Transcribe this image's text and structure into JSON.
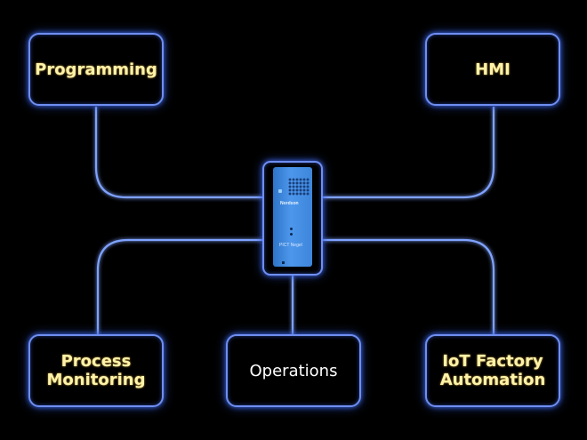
{
  "diagram": {
    "center_device": {
      "brand_text": "Nordson",
      "model_text": "PICT Negel",
      "icon": "controller-device-icon"
    },
    "nodes": [
      {
        "id": "programming",
        "label": "Programming",
        "style": "yellow"
      },
      {
        "id": "hmi",
        "label": "HMI",
        "style": "yellow"
      },
      {
        "id": "process-monitoring",
        "label": "Process\nMonitoring",
        "style": "yellow"
      },
      {
        "id": "operations",
        "label": "Operations",
        "style": "white"
      },
      {
        "id": "iot-factory-automation",
        "label": "IoT Factory\nAutomation",
        "style": "yellow"
      }
    ],
    "colors": {
      "background": "#000000",
      "border_glow": "#6f8ef0",
      "wire_glow": "#7fa2ff",
      "label_yellow": "#fff3a8",
      "label_white": "#ffffff",
      "device_blue": "#3d86db"
    }
  }
}
